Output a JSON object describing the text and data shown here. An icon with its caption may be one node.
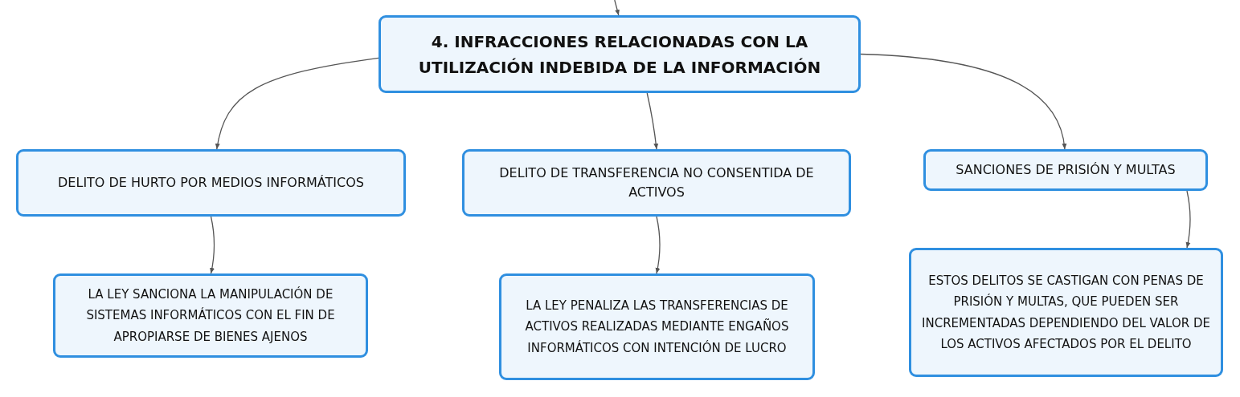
{
  "diagram": {
    "nodes": [
      {
        "text": [
          "4. INFRACCIONES RELACIONADAS CON LA UTILIZACIÓN INDEBIDA DE LA INFORMACIÓN"
        ]
      },
      {
        "text": [
          "DELITO DE HURTO POR MEDIOS INFORMÁTICOS"
        ]
      },
      {
        "text": [
          "DELITO DE TRANSFERENCIA NO CONSENTIDA DE ACTIVOS"
        ]
      },
      {
        "text": [
          "SANCIONES DE PRISIÓN Y MULTAS"
        ]
      },
      {
        "text": [
          "LA LEY SANCIONA LA MANIPULACIÓN DE SISTEMAS INFORMÁTICOS CON EL FIN DE APROPIARSE DE BIENES AJENOS"
        ]
      },
      {
        "text": [
          "LA LEY PENALIZA LAS TRANSFERENCIAS DE ACTIVOS REALIZADAS MEDIANTE ENGAÑOS INFORMÁTICOS CON INTENCIÓN DE LUCRO"
        ]
      },
      {
        "text": [
          "ESTOS DELITOS SE CASTIGAN CON PENAS DE PRISIÓN Y MULTAS, QUE PUEDEN SER INCREMENTADAS DEPENDIENDO DEL VALOR DE LOS ACTIVOS AFECTADOS POR EL DELITO"
        ]
      }
    ],
    "edges": [
      {
        "from": null,
        "to": 0,
        "arrow": "to"
      },
      {
        "from": 0,
        "to": 1,
        "arrow": "to"
      },
      {
        "from": 0,
        "to": 2,
        "arrow": "to"
      },
      {
        "from": 0,
        "to": 3,
        "arrow": "to"
      },
      {
        "from": 1,
        "to": 4,
        "arrow": "to"
      },
      {
        "from": 2,
        "to": 5,
        "arrow": "to"
      },
      {
        "from": 3,
        "to": 6,
        "arrow": "to"
      }
    ]
  }
}
